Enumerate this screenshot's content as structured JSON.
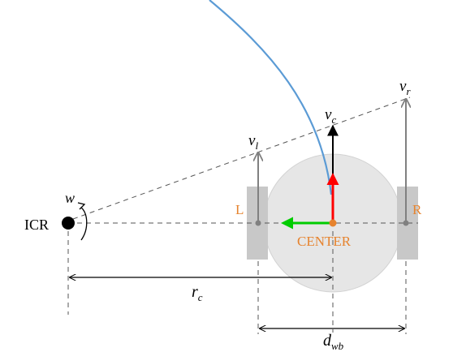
{
  "labels": {
    "icr": "ICR",
    "w": "w",
    "left": "L",
    "right": "R",
    "center": "CENTER",
    "vl_base": "v",
    "vl_sub": "l",
    "vc_base": "v",
    "vc_sub": "c",
    "vr_base": "v",
    "vr_sub": "r",
    "rc_base": "r",
    "rc_sub": "c",
    "dwb_base": "d",
    "dwb_sub": "wb"
  },
  "colors": {
    "trajectory": "#5b9bd5",
    "center_marker": "#e6832e",
    "label_orange": "#e6832e",
    "heading_arrow": "#ff0000",
    "lateral_arrow": "#00cc00",
    "body_fill": "#e6e6e6",
    "wheel_fill": "#c8c8c8",
    "ink": "#000000",
    "grey_ink": "#808080"
  }
}
